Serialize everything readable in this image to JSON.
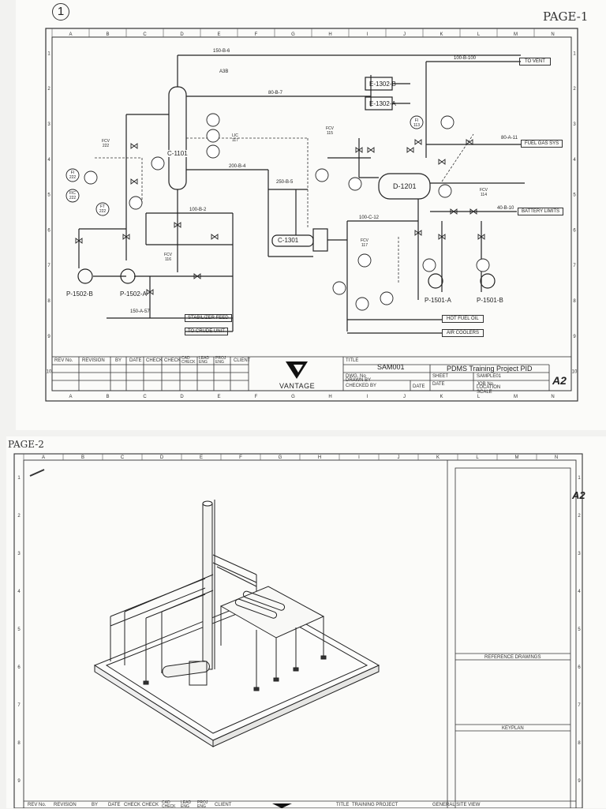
{
  "page1": {
    "page_label": "PAGE-1",
    "circled_number": "1",
    "grid_cols": [
      "A",
      "B",
      "C",
      "D",
      "E",
      "F",
      "G",
      "H",
      "I",
      "J",
      "K",
      "L",
      "M",
      "N"
    ],
    "grid_rows": [
      "1",
      "2",
      "3",
      "4",
      "5",
      "6",
      "7",
      "8",
      "9",
      "10"
    ],
    "equipment": {
      "column": "C-1101",
      "drum": "D-1201",
      "exchanger_top_b": "E-1302-B",
      "exchanger_top_a": "E-1302-A",
      "condenser": "C-1301",
      "pump_1502b": "P-1502-B",
      "pump_1502a": "P-1502-A",
      "pump_1501a": "P-1501-A",
      "pump_1501b": "P-1501-B"
    },
    "destinations": {
      "vent": "TO VENT",
      "fuel_gas": "FUEL GAS SYS",
      "battery": "BATTERY LIMITS",
      "stabilizer": "STABILIZER FEED",
      "crude_unit": "TO CRUDE UNIT",
      "hot_fuel_oil": "HOT FUEL OIL",
      "air_coolers": "AIR COOLERS"
    },
    "line_labels": {
      "top_main": "150-B-6",
      "vent_line": "100-B-100",
      "line_b7": "80-B-7",
      "line_b4": "200-B-4",
      "line_b5": "250-B-5",
      "line_c12": "100-C-12",
      "line_a11": "80-A-11",
      "line_b10": "40-B-10",
      "line_a57": "150-A-57",
      "line_b2": "100-B-2",
      "spec": "A3B"
    },
    "instruments": {
      "fcv_222": [
        "FCV",
        "222"
      ],
      "fi_222": [
        "FI",
        "222"
      ],
      "ft_222": [
        "FT",
        "222"
      ],
      "fic_222": [
        "FIC",
        "222"
      ],
      "fcv_115": [
        "FCV",
        "115"
      ],
      "lic_117": [
        "LIC",
        "117"
      ],
      "fcv_116": [
        "FCV",
        "116"
      ],
      "fcv_114": [
        "FCV",
        "114"
      ],
      "fcv_117": [
        "FCV",
        "117"
      ],
      "fi_113": [
        "FI",
        "113"
      ]
    },
    "title_block": {
      "rev_no": "REV No.",
      "revision": "REVISION",
      "by": "BY",
      "date": "DATE",
      "check": "CHECK",
      "check2": "CHECK",
      "cad_check": "CAD CHECK",
      "lead_eng": "LEAD ENG",
      "proj_eng": "PROJ ENG",
      "client": "CLIENT",
      "logo": "VANTAGE",
      "title_label": "TITLE",
      "title_value": "SAM001",
      "drawing_title": "PDMS Training Project PID",
      "dwg_no": "DWG. No",
      "drawn_by": "DRAWN BY",
      "checked_by": "CHECKED BY",
      "sheet": "SHEET",
      "sheet_value": "SAMPLE01",
      "job_no": "JOB No.",
      "date_label": "DATE",
      "location": "LOCATION",
      "scale": "SCALE",
      "size": "A2"
    }
  },
  "page2": {
    "page_label": "PAGE-2",
    "grid_cols": [
      "A",
      "B",
      "C",
      "D",
      "E",
      "F",
      "G",
      "H",
      "I",
      "J",
      "K",
      "L",
      "M",
      "N"
    ],
    "grid_rows": [
      "1",
      "2",
      "3",
      "4",
      "5",
      "6",
      "7",
      "8",
      "9"
    ],
    "size": "A2",
    "reference_drawings": "REFERENCE DRAWINGS",
    "keyplan": "KEYPLAN",
    "title_block": {
      "rev_no": "REV No.",
      "revision": "REVISION",
      "by": "BY",
      "date": "DATE",
      "check": "CHECK",
      "check2": "CHECK",
      "cad_check": "CAD CHECK",
      "lead_eng": "LEAD ENG",
      "proj_eng": "PROJ ENG",
      "client": "CLIENT",
      "title_label": "TITLE",
      "title_value": "TRAINING PROJECT",
      "view": "GENERAL SITE VIEW"
    }
  }
}
